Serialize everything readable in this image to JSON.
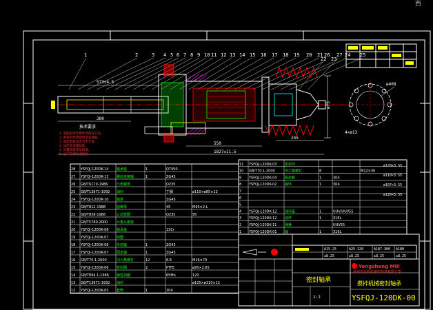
{
  "corner_mark": "西",
  "part_numbers_top": [
    "1",
    "2",
    "3",
    "4",
    "5",
    "6",
    "7",
    "8",
    "9",
    "10",
    "11",
    "12",
    "13",
    "14",
    "15",
    "16",
    "17",
    "18",
    "19",
    "20",
    "21",
    "22",
    "23",
    "24",
    "25",
    "26",
    "27"
  ],
  "dims": {
    "d1": "573±4.5",
    "d2": "380",
    "d3": "550",
    "d4": "1827±11.5",
    "d5": "245",
    "d6": "ø75",
    "d7": "ø408"
  },
  "tech_req_title": "技术要求",
  "tech_req_lines": [
    "1.  装配前所有零件须清洗干净。",
    "2.  各密封件装配时涂润滑脂。",
    "3.  装配后转动灵活无卡滞。",
    "4.  试压无渗漏现象。",
    "5.  外露表面涂防锈漆。",
    "6.  出厂前按标准检验。"
  ],
  "bom_left": [
    [
      "28",
      "YSFQJ-120DK-14",
      "轴承座",
      "1",
      "QT450",
      ""
    ],
    [
      "27",
      "YSFQJ-120DK-13",
      "螺纹连接轴",
      "1",
      "ZG45",
      ""
    ],
    [
      "26",
      "GB/T6170-1986",
      "六角螺母",
      "",
      "Q235",
      ""
    ],
    [
      "25",
      "GB/T13871-1992",
      "油封",
      "",
      "丁腈",
      "ø110×ø85×12"
    ],
    [
      "24",
      "YSFQJ-120DK-10",
      "轴承",
      "",
      "ZG45",
      ""
    ],
    [
      "23",
      "GB/T812-1988",
      "圆螺母",
      "",
      "45",
      "M95×2-L"
    ],
    [
      "22",
      "GB/T858-1988",
      "止动垫圈",
      "",
      "Q235",
      "95"
    ],
    [
      "21",
      "GB/T5780-2000",
      "六角头螺栓",
      "",
      "",
      ""
    ],
    [
      "20",
      "YSFQJ-120DK-08",
      "轴承盖",
      "",
      "13Cr",
      ""
    ],
    [
      "19",
      "YSFQJ-120DK-07",
      "挡圈",
      "",
      "",
      ""
    ],
    [
      "18",
      "YSFQJ-120DK-08",
      "传动轴",
      "1",
      "ZG45",
      ""
    ],
    [
      "17",
      "YSFQJ-120DK-07",
      "固定轴",
      "1",
      "ZG45",
      ""
    ],
    [
      "16",
      "GB/T70.1-2000",
      "内六角螺钉",
      "12",
      "8.8",
      "M16×70"
    ],
    [
      "15",
      "YSFQJ-120DK-06",
      "密封圈",
      "2",
      "PTFE",
      "ø95×2.65"
    ],
    [
      "14",
      "GB/T894.1-1986",
      "弹性挡圈",
      "",
      "65Mn",
      "120"
    ],
    [
      "13",
      "GB/T13871-1992",
      "油封",
      "",
      "",
      "ø125×ø110×12"
    ],
    [
      "12",
      "YSFQJ-120DK-05",
      "套筒",
      "1",
      "304",
      ""
    ]
  ],
  "bom_right": [
    [
      "11",
      "YSFQJ-120DK-03",
      "密封环",
      "",
      "",
      ""
    ],
    [
      "10",
      "GB/T70.1-2000",
      "内六角螺钉",
      "8",
      "",
      "M12×30"
    ],
    [
      "9",
      "YSFQJ-120DK-04",
      "密封套",
      "1",
      "304",
      ""
    ],
    [
      "8",
      "YSFQJ-120DK-02",
      "静环",
      "1",
      "304",
      ""
    ],
    [
      "7",
      "",
      "",
      "",
      "",
      ""
    ],
    [
      "6",
      "",
      "",
      "",
      "",
      ""
    ],
    [
      "5",
      "",
      "",
      "",
      "",
      ""
    ],
    [
      "4",
      "YSFQJ-120DK-12",
      "动环座",
      "1",
      "UUV/UUV55",
      ""
    ],
    [
      "3",
      "YSFQJ-120DK-12",
      "动环",
      "1",
      "316L",
      ""
    ],
    [
      "2",
      "YSFQJ-120DK-11",
      "弹簧",
      "",
      "UUV55",
      ""
    ],
    [
      "1",
      "YSFQJ-120DK-01",
      "轴",
      "1",
      "316L",
      ""
    ]
  ],
  "right_side_notes": [
    "ø120×3.55",
    "ø110×3.55",
    "ø107×3.55",
    "ø120×3.55"
  ],
  "param_table": {
    "cells": [
      "A15-25",
      "A25-120",
      "A187-300",
      "A180",
      "±8.25",
      "±8.25",
      "±8.25",
      "±8.25"
    ]
  },
  "title_block": {
    "company": "Yongsheng Mill",
    "company_cn": "温州市永胜机械密封件有限公司",
    "product": "密封轴承",
    "drawing_name": "搅拌机械密封轴承",
    "drawing_no": "YSFQJ-120DK-00",
    "scale": "1:2"
  },
  "colors": {
    "background": "#000000",
    "frame": "#ffffff",
    "yellow": "#ffff00",
    "red": "#ff0000",
    "green": "#00ff00",
    "cyan": "#00ffff",
    "magenta": "#ff00ff",
    "blue": "#4040ff"
  },
  "flange_view": {
    "label_a": "ø408",
    "label_b": "4×ø13"
  }
}
